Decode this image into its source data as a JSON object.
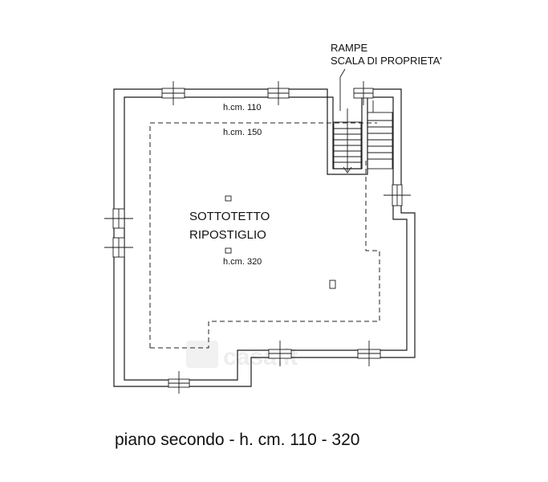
{
  "labels": {
    "stairs_line1": "RAMPE",
    "stairs_line2": "SCALA DI PROPRIETA'",
    "height_110": "h.cm. 110",
    "height_150": "h.cm. 150",
    "room_line1": "SOTTOTETTO",
    "room_line2": "RIPOSTIGLIO",
    "height_320": "h.cm. 320"
  },
  "watermark": "casa.it",
  "caption": "piano secondo - h. cm. 110 - 320"
}
